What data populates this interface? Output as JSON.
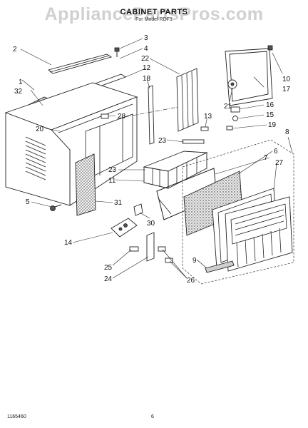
{
  "watermark": "AppliancePartsPros.com",
  "title": "CABINET PARTS",
  "subtitle": "For Model RDF1",
  "footer": {
    "code": "1165460",
    "page": "6"
  },
  "callouts": [
    {
      "id": "c2",
      "text": "2"
    },
    {
      "id": "c3",
      "text": "3"
    },
    {
      "id": "c4",
      "text": "4"
    },
    {
      "id": "c22",
      "text": "22"
    },
    {
      "id": "c12",
      "text": "12"
    },
    {
      "id": "c18",
      "text": "18"
    },
    {
      "id": "c10",
      "text": "10"
    },
    {
      "id": "c17",
      "text": "17"
    },
    {
      "id": "c21",
      "text": "21"
    },
    {
      "id": "c1",
      "text": "1"
    },
    {
      "id": "c32",
      "text": "32"
    },
    {
      "id": "c28",
      "text": "28"
    },
    {
      "id": "c13",
      "text": "13"
    },
    {
      "id": "c16",
      "text": "16"
    },
    {
      "id": "c15",
      "text": "15"
    },
    {
      "id": "c19",
      "text": "19"
    },
    {
      "id": "c20",
      "text": "20"
    },
    {
      "id": "c23a",
      "text": "23"
    },
    {
      "id": "c8",
      "text": "8"
    },
    {
      "id": "c6",
      "text": "6"
    },
    {
      "id": "c7",
      "text": "7"
    },
    {
      "id": "c27",
      "text": "27"
    },
    {
      "id": "c23b",
      "text": "23"
    },
    {
      "id": "c11",
      "text": "11"
    },
    {
      "id": "c5",
      "text": "5"
    },
    {
      "id": "c31",
      "text": "31"
    },
    {
      "id": "c30",
      "text": "30"
    },
    {
      "id": "c14",
      "text": "14"
    },
    {
      "id": "c9",
      "text": "9"
    },
    {
      "id": "c25",
      "text": "25"
    },
    {
      "id": "c24",
      "text": "24"
    },
    {
      "id": "c26",
      "text": "26"
    }
  ]
}
